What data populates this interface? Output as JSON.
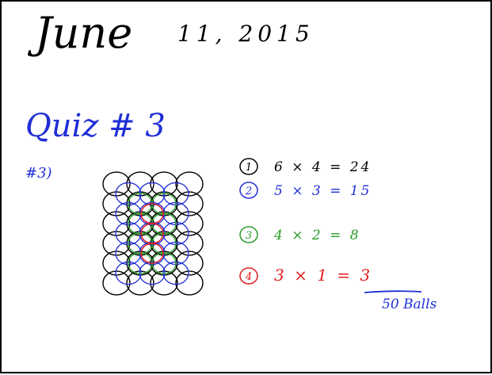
{
  "note": {
    "date_month": "June",
    "date_rest": "11, 2015",
    "quiz_title": "Quiz # 3",
    "problem_label": "#3)",
    "layers": [
      {
        "index": "1",
        "expr": "6 × 4 = 24",
        "color": "#000000"
      },
      {
        "index": "2",
        "expr": "5 × 3 = 15",
        "color": "#1f2fd6"
      },
      {
        "index": "3",
        "expr": "4 × 2 = 8",
        "color": "#2a9a2a"
      },
      {
        "index": "4",
        "expr": "3 × 1 = 3",
        "color": "#e01b1b"
      }
    ],
    "total": "50 Balls"
  },
  "colors": {
    "ink_black": "#000000",
    "ink_blue": "#1f2fd6",
    "ink_green": "#2a9a2a",
    "ink_red": "#e01b1b"
  }
}
